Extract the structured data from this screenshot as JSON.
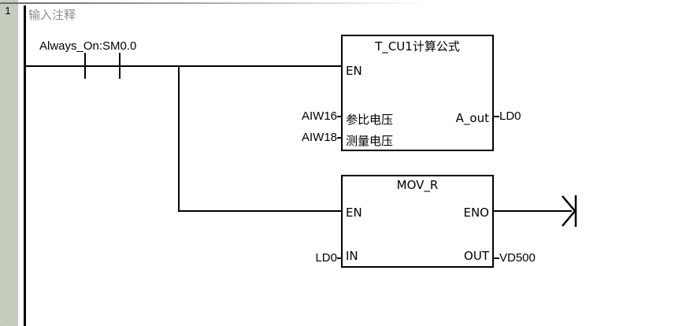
{
  "editor": {
    "network_number": "1",
    "comment_placeholder": "输入注释"
  },
  "rung": {
    "contact_label": "Always_On:SM0.0",
    "contact_type": "normally-open"
  },
  "blocks": [
    {
      "title": "T_CU1计算公式",
      "type": "custom-function-block",
      "pins_left": [
        {
          "pin": "EN",
          "operand": ""
        },
        {
          "pin": "参比电压",
          "operand": "AIW16"
        },
        {
          "pin": "测量电压",
          "operand": "AIW18"
        }
      ],
      "pins_right": [
        {
          "pin": "A_out",
          "operand": "LD0"
        }
      ]
    },
    {
      "title": "MOV_R",
      "type": "move-real",
      "pins_left": [
        {
          "pin": "EN",
          "operand": ""
        },
        {
          "pin": "IN",
          "operand": "LD0"
        }
      ],
      "pins_right": [
        {
          "pin": "ENO",
          "operand": ""
        },
        {
          "pin": "OUT",
          "operand": "VD500"
        }
      ]
    }
  ],
  "colors": {
    "wire": "#000000",
    "comment_text": "#8c8c8c",
    "gutter": "#8a9a7a",
    "background": "#ffffff"
  }
}
